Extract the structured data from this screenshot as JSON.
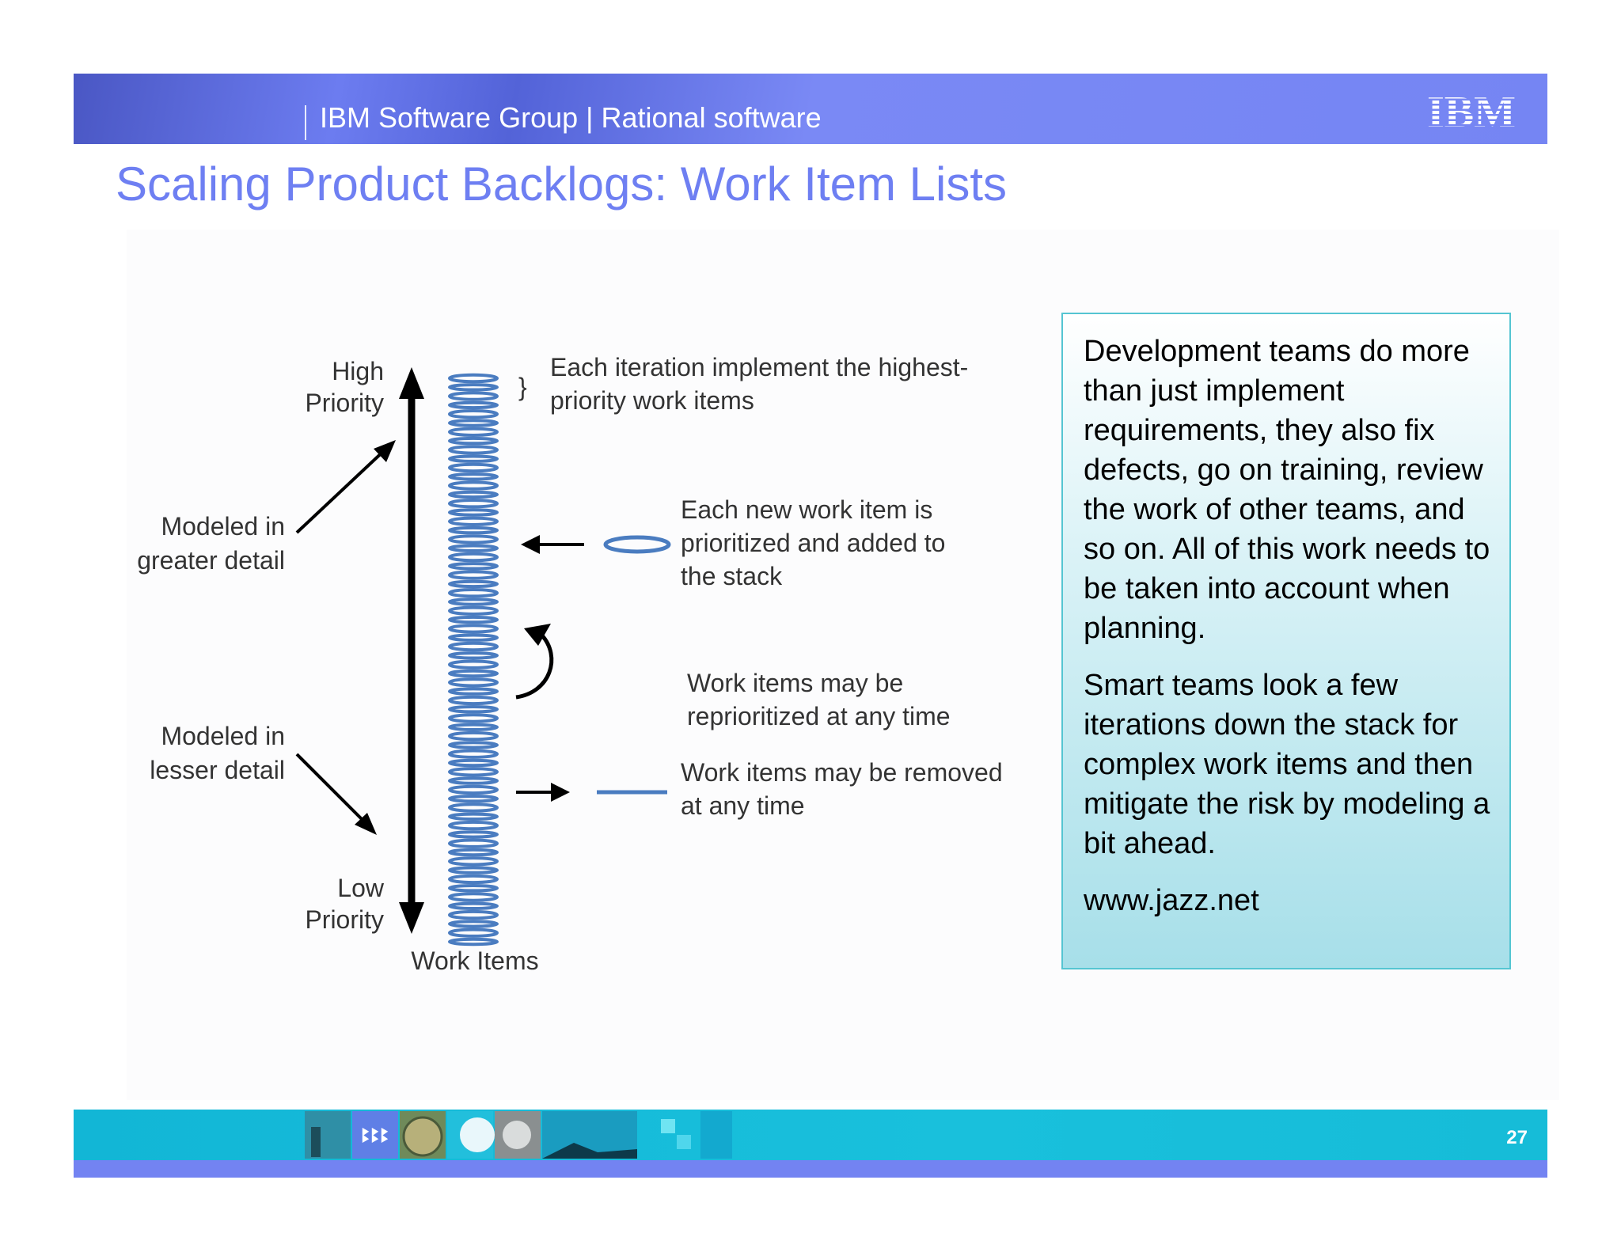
{
  "header": {
    "group_text": "IBM Software Group | Rational software",
    "logo_text": "IBM"
  },
  "title": "Scaling Product Backlogs: Work Item Lists",
  "diagram": {
    "high_priority_line1": "High",
    "high_priority_line2": "Priority",
    "low_priority_line1": "Low",
    "low_priority_line2": "Priority",
    "greater_detail_line1": "Modeled in",
    "greater_detail_line2": "greater detail",
    "lesser_detail_line1": "Modeled in",
    "lesser_detail_line2": "lesser detail",
    "iteration_note_line1": "Each iteration implement the highest-",
    "iteration_note_line2": "priority work items",
    "new_item_line1": "Each new work item is",
    "new_item_line2": "prioritized and added to",
    "new_item_line3": "the stack",
    "reprioritize_line1": "Work items may be",
    "reprioritize_line2": "reprioritized at any time",
    "removed_line1": "Work items may be removed",
    "removed_line2": "at any time",
    "stack_label": "Work Items",
    "colors": {
      "item_blue": "#4a7cc0",
      "arrow": "#000000",
      "text": "#333333"
    }
  },
  "callout": {
    "paragraph1": "Development teams do more than just implement requirements, they also fix defects, go on training, review the work of other teams, and so on.  All of this work needs to be taken into account when planning.",
    "paragraph2": "Smart teams look a few iterations down the stack for complex work items and then mitigate the risk by modeling a bit ahead.",
    "link": "www.jazz.net"
  },
  "footer": {
    "page_number": "27"
  },
  "colors": {
    "title": "#6e7ff2",
    "header": "#6b7cf0",
    "footer_band": "#16bcd8",
    "footer_line": "#7383f2",
    "callout_border": "#55c5d2"
  }
}
